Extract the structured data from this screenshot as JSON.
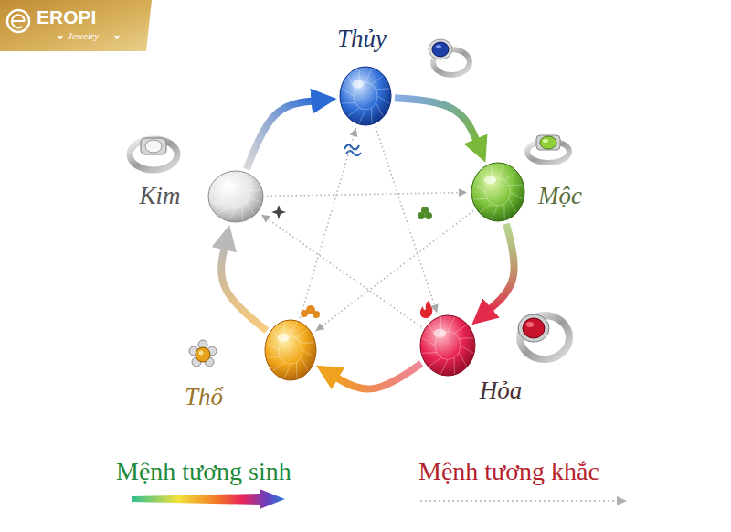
{
  "diagram": {
    "nodes": [
      {
        "text": [
          "Thủy"
        ]
      },
      {
        "text": [
          "Kim"
        ]
      },
      {
        "text": [
          "Mộc"
        ]
      },
      {
        "text": [
          "Thổ"
        ]
      },
      {
        "text": [
          "Hỏa"
        ]
      }
    ],
    "edges": [
      {
        "from": 1,
        "to": 0,
        "arrow": "to"
      },
      {
        "from": 0,
        "to": 2,
        "arrow": "to"
      },
      {
        "from": 2,
        "to": 4,
        "arrow": "to"
      },
      {
        "from": 4,
        "to": 3,
        "arrow": "to"
      },
      {
        "from": 3,
        "to": 1,
        "arrow": "to"
      },
      {
        "from": 1,
        "to": 2,
        "arrow": "to"
      },
      {
        "from": 2,
        "to": 3,
        "arrow": "to"
      },
      {
        "from": 3,
        "to": 0,
        "arrow": "to"
      },
      {
        "from": 0,
        "to": 4,
        "arrow": "to"
      },
      {
        "from": 4,
        "to": 1,
        "arrow": "to"
      }
    ],
    "labels": [
      "EROPI",
      "Jewelry"
    ],
    "legend": [
      {
        "text": "Mệnh tương sinh"
      },
      {
        "text": "Mệnh tương khắc"
      }
    ]
  }
}
